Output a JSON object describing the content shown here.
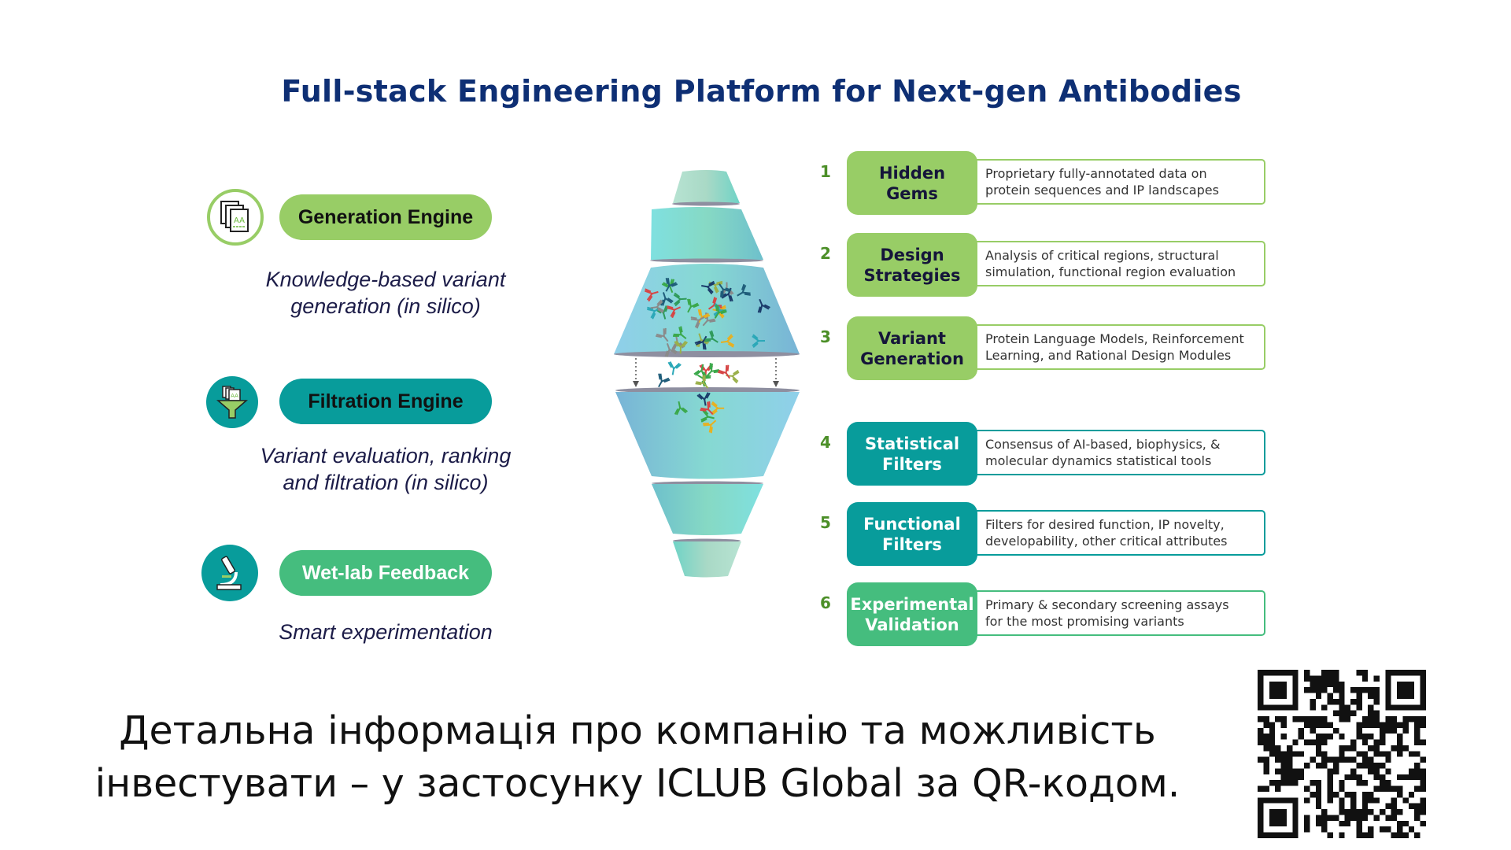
{
  "title": "Full-stack Engineering Platform for Next-gen Antibodies",
  "engines": [
    {
      "label": "Generation Engine",
      "description_lines": [
        "Knowledge-based variant",
        "generation (in silico)"
      ],
      "icon": "documents-aa-icon",
      "color": "#98cd66"
    },
    {
      "label": "Filtration Engine",
      "description_lines": [
        "Variant evaluation, ranking",
        "and filtration (in silico)"
      ],
      "icon": "filter-funnel-icon",
      "color": "#089c9b"
    },
    {
      "label": "Wet-lab Feedback",
      "description_lines": [
        "Smart experimentation"
      ],
      "icon": "microscope-icon",
      "color": "#45bd7e"
    }
  ],
  "steps": [
    {
      "number": "1",
      "label_lines": [
        "Hidden",
        "Gems"
      ],
      "description_lines": [
        "Proprietary fully-annotated data on",
        "protein sequences and IP landscapes"
      ],
      "color": "#98cd66",
      "text_color": "#15153a"
    },
    {
      "number": "2",
      "label_lines": [
        "Design",
        "Strategies"
      ],
      "description_lines": [
        "Analysis of critical regions, structural",
        "simulation, functional region evaluation"
      ],
      "color": "#98cd66",
      "text_color": "#15153a"
    },
    {
      "number": "3",
      "label_lines": [
        "Variant",
        "Generation"
      ],
      "description_lines": [
        "Protein Language Models, Reinforcement",
        "Learning, and Rational Design Modules"
      ],
      "color": "#98cd66",
      "text_color": "#15153a"
    },
    {
      "number": "4",
      "label_lines": [
        "Statistical",
        "Filters"
      ],
      "description_lines": [
        "Consensus of AI-based, biophysics, &",
        "molecular dynamics statistical tools"
      ],
      "color": "#089c9b",
      "text_color": "#ffffff"
    },
    {
      "number": "5",
      "label_lines": [
        "Functional",
        "Filters"
      ],
      "description_lines": [
        "Filters for desired function, IP novelty,",
        "developability, other critical attributes"
      ],
      "color": "#089c9b",
      "text_color": "#ffffff"
    },
    {
      "number": "6",
      "label_lines": [
        "Experimental",
        "Validation"
      ],
      "description_lines": [
        "Primary & secondary screening assays",
        "for the most promising variants"
      ],
      "color": "#45bd7e",
      "text_color": "#ffffff"
    }
  ],
  "footer": {
    "lines": [
      "Детальна інформація про компанію та можливість",
      "інвестувати – у застосунку ICLUB Global за QR-кодом."
    ]
  },
  "qr_code": {
    "icon": "qr-code-icon"
  }
}
